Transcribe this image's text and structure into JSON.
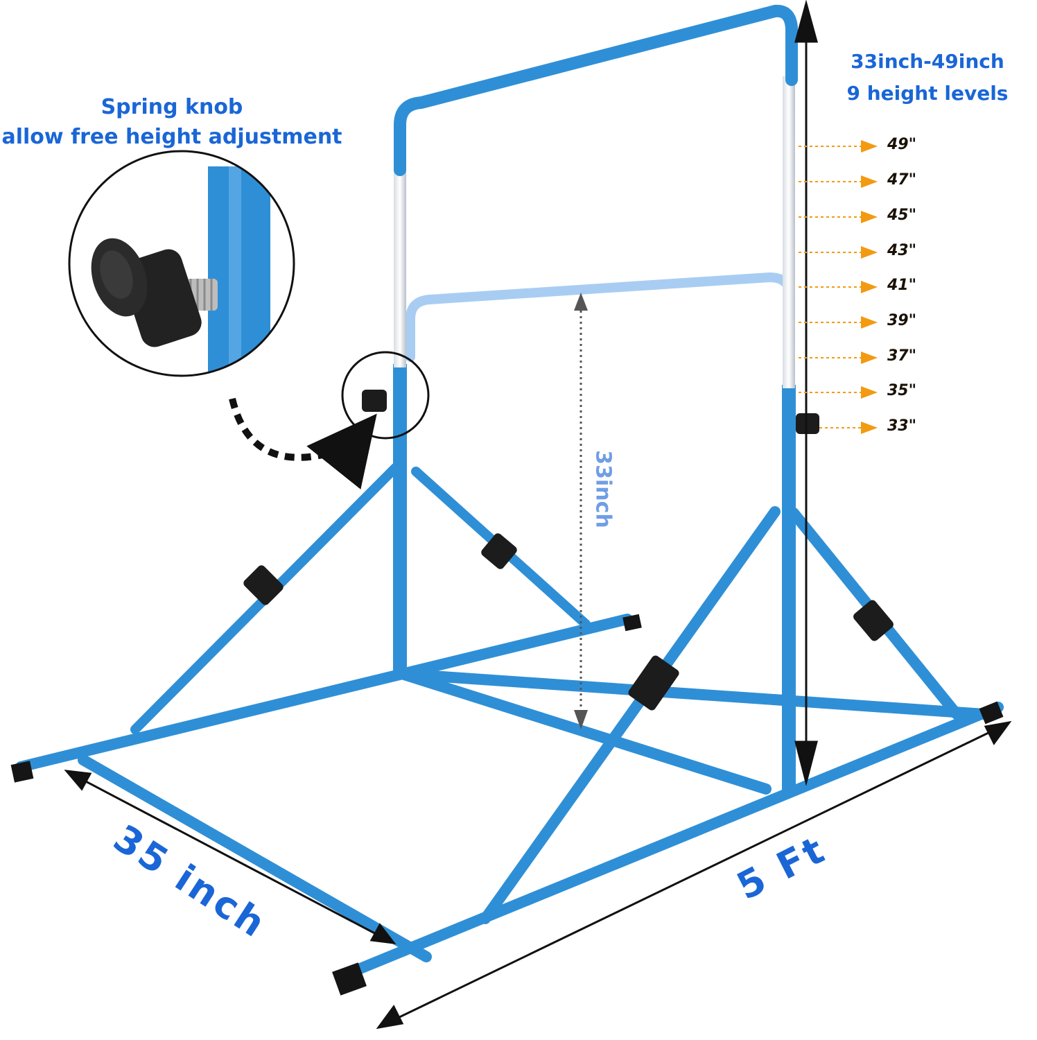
{
  "callout": {
    "line1": "Spring knob",
    "line2": "allow free height adjustment"
  },
  "height_range": {
    "range": "33inch-49inch",
    "levels": "9 height levels",
    "marks": [
      "49\"",
      "47\"",
      "45\"",
      "43\"",
      "41\"",
      "39\"",
      "37\"",
      "35\"",
      "33\""
    ]
  },
  "dimensions": {
    "bar_height": "33inch",
    "width": "35 inch",
    "length": "5 Ft"
  },
  "colors": {
    "frame_blue": "#2f8fd6",
    "label_blue": "#1a66d6",
    "arrow_orange": "#f29a12",
    "knob_black": "#1c1c1c",
    "ghost_bar": "#a9cdf2"
  }
}
